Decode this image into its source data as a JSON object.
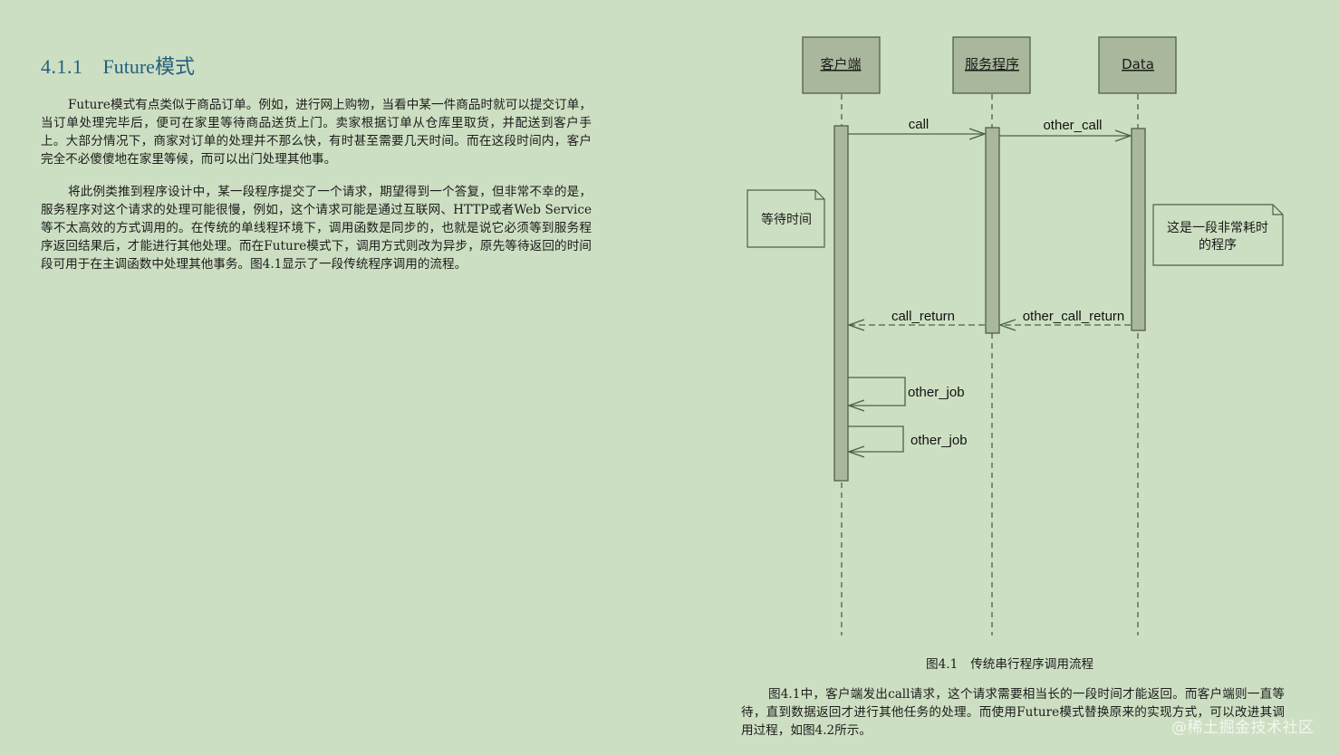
{
  "section": {
    "number": "4.1.1",
    "title": "Future模式"
  },
  "paragraphs": {
    "p1": "Future模式有点类似于商品订单。例如，进行网上购物，当看中某一件商品时就可以提交订单，当订单处理完毕后，便可在家里等待商品送货上门。卖家根据订单从仓库里取货，并配送到客户手上。大部分情况下，商家对订单的处理并不那么快，有时甚至需要几天时间。而在这段时间内，客户完全不必傻傻地在家里等候，而可以出门处理其他事。",
    "p2": "将此例类推到程序设计中，某一段程序提交了一个请求，期望得到一个答复，但非常不幸的是，服务程序对这个请求的处理可能很慢，例如，这个请求可能是通过互联网、HTTP或者Web Service等不太高效的方式调用的。在传统的单线程环境下，调用函数是同步的，也就是说它必须等到服务程序返回结果后，才能进行其他处理。而在Future模式下，调用方式则改为异步，原先等待返回的时间段可用于在主调函数中处理其他事务。图4.1显示了一段传统程序调用的流程。",
    "p3": "图4.1中，客户端发出call请求，这个请求需要相当长的一段时间才能返回。而客户端则一直等待，直到数据返回才进行其他任务的处理。而使用Future模式替换原来的实现方式，可以改进其调用过程，如图4.2所示。"
  },
  "diagram": {
    "lifelines": [
      {
        "label": "客户端"
      },
      {
        "label": "服务程序"
      },
      {
        "label": "Data"
      }
    ],
    "messages": [
      {
        "label": "call"
      },
      {
        "label": "other_call"
      },
      {
        "label": "call_return"
      },
      {
        "label": "other_call_return"
      },
      {
        "label": "other_job"
      },
      {
        "label": "other_job"
      }
    ],
    "notes": [
      {
        "line1": "等待时间"
      },
      {
        "line1": "这是一段非常耗时",
        "line2": "的程序"
      }
    ],
    "colors": {
      "box_fill": "#a9b89c",
      "stroke": "#4e6048",
      "background": "#cddfc2"
    }
  },
  "figure": {
    "number": "图4.1",
    "caption": "传统串行程序调用流程"
  },
  "watermark": "@稀土掘金技术社区"
}
